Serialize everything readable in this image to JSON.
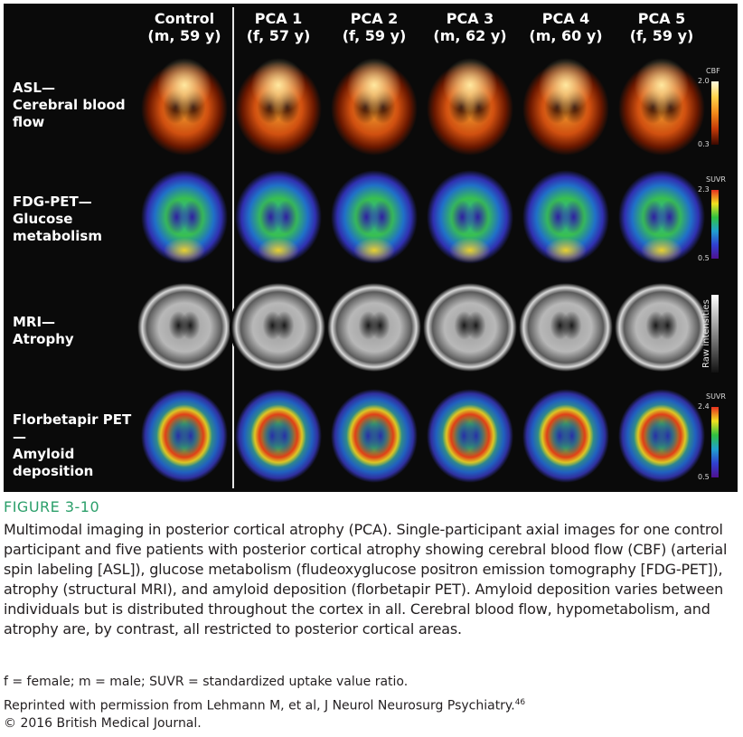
{
  "figure": {
    "columns": [
      {
        "title": "Control",
        "subtitle": "(m, 59 y)"
      },
      {
        "title": "PCA 1",
        "subtitle": "(f, 57 y)"
      },
      {
        "title": "PCA 2",
        "subtitle": "(f, 59 y)"
      },
      {
        "title": "PCA 3",
        "subtitle": "(m, 62 y)"
      },
      {
        "title": "PCA 4",
        "subtitle": "(m, 60 y)"
      },
      {
        "title": "PCA 5",
        "subtitle": "(f, 59 y)"
      }
    ],
    "rows": [
      {
        "label_lines": [
          "ASL—",
          "Cerebral blood",
          "flow"
        ],
        "modality": "asl"
      },
      {
        "label_lines": [
          "FDG-PET—",
          "Glucose",
          "metabolism"
        ],
        "modality": "fdg"
      },
      {
        "label_lines": [
          "MRI—",
          "Atrophy"
        ],
        "modality": "mri"
      },
      {
        "label_lines": [
          "Florbetapir PET—",
          "Amyloid",
          "deposition"
        ],
        "modality": "amyloid"
      }
    ],
    "colorbars": {
      "asl": {
        "title": "CBF",
        "max": "2.0",
        "min": "0.3",
        "colors": [
          "#fffbe0",
          "#ffd24a",
          "#f28a1a",
          "#c43a08",
          "#3a0800"
        ]
      },
      "fdg": {
        "title": "SUVR",
        "max": "2.3",
        "min": "0.5",
        "colors": [
          "#e83020",
          "#f0e020",
          "#30c040",
          "#20a0d0",
          "#3040d0",
          "#501090"
        ]
      },
      "mri": {
        "label": "Raw intensities",
        "colors": [
          "#ffffff",
          "#888888",
          "#111111"
        ]
      },
      "amyloid": {
        "title": "SUVR",
        "max": "2.4",
        "min": "0.5",
        "colors": [
          "#e83020",
          "#f0e020",
          "#30c040",
          "#20a0d0",
          "#3040d0",
          "#501090"
        ]
      }
    }
  },
  "figure_label": "FIGURE 3-10",
  "caption": "Multimodal imaging in posterior cortical atrophy (PCA). Single-participant axial images for one control participant and five patients with posterior cortical atrophy showing cerebral blood flow (CBF) (arterial spin labeling [ASL]), glucose metabolism (fludeoxyglucose positron emission tomography [FDG-PET]), atrophy (structural MRI), and amyloid deposition (florbetapir PET). Amyloid deposition varies between individuals but is distributed throughout the cortex in all. Cerebral blood flow, hypometabolism, and atrophy are, by contrast, all restricted to posterior cortical areas.",
  "abbreviations": "f = female; m = male; SUVR = standardized uptake value ratio.",
  "reprint": {
    "text": "Reprinted with permission from Lehmann M, et al, J Neurol Neurosurg Psychiatry.",
    "ref": "46"
  },
  "copyright": "© 2016 British Medical Journal."
}
